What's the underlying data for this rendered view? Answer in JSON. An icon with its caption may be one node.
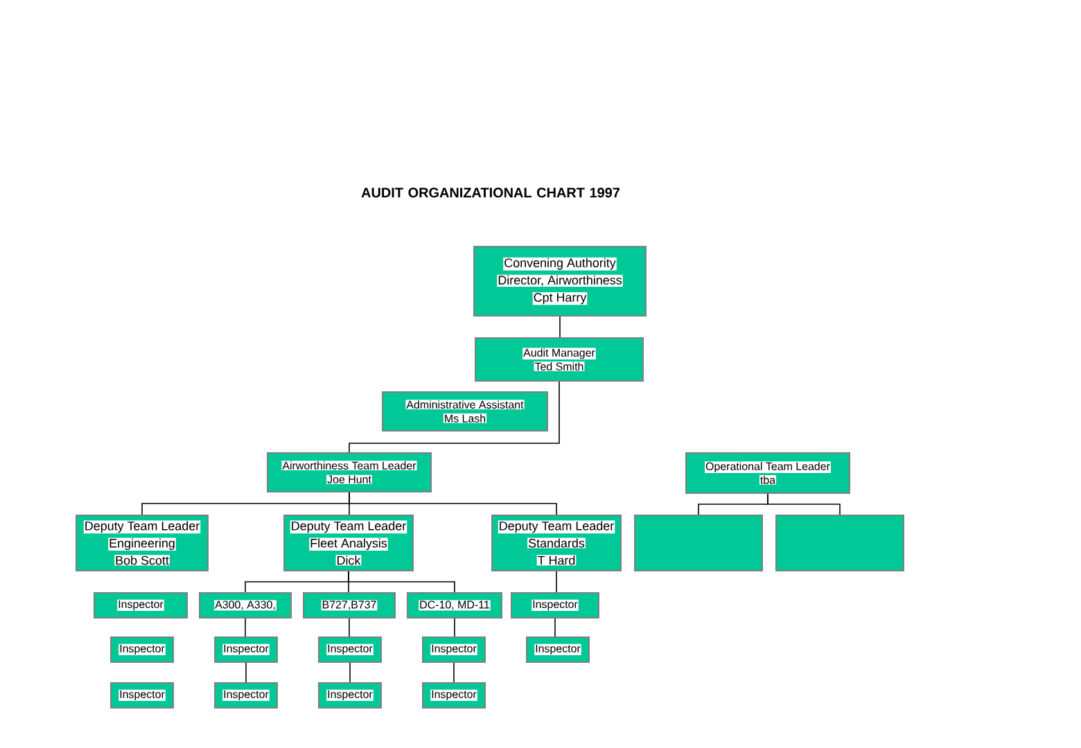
{
  "diagram": {
    "title": "AUDIT ORGANIZATIONAL CHART 1997",
    "nodes": [
      {
        "text": [
          "Convening Authority",
          "Director, Airworthiness",
          "Cpt Harry"
        ]
      },
      {
        "text": [
          "Audit Manager",
          "Ted Smith"
        ]
      },
      {
        "text": [
          "Administrative Assistant",
          "Ms Lash"
        ]
      },
      {
        "text": [
          "Airworthiness Team Leader",
          "Joe Hunt"
        ]
      },
      {
        "text": [
          "Operational Team Leader",
          "tba"
        ]
      },
      {
        "text": [
          "Deputy Team Leader",
          "Engineering",
          "Bob Scott"
        ]
      },
      {
        "text": [
          "Deputy Team Leader",
          "Fleet Analysis",
          "Dick"
        ]
      },
      {
        "text": [
          "Deputy Team Leader",
          "Standards",
          "T Hard"
        ]
      },
      {
        "text": [],
        "shape": "box"
      },
      {
        "text": [],
        "shape": "box"
      },
      {
        "text": [
          "Inspector"
        ]
      },
      {
        "text": [
          "A300, A330,"
        ]
      },
      {
        "text": [
          "B727,B737"
        ]
      },
      {
        "text": [
          "DC-10, MD-11"
        ]
      },
      {
        "text": [
          "Inspector"
        ]
      },
      {
        "text": [
          "Inspector"
        ]
      },
      {
        "text": [
          "Inspector"
        ]
      },
      {
        "text": [
          "Inspector"
        ]
      },
      {
        "text": [
          "Inspector"
        ]
      },
      {
        "text": [
          "Inspector"
        ]
      },
      {
        "text": [
          "Inspector"
        ]
      },
      {
        "text": [
          "Inspector"
        ]
      },
      {
        "text": [
          "Inspector"
        ]
      },
      {
        "text": [
          "Inspector"
        ]
      }
    ],
    "edges": [
      {
        "from": 0,
        "to": 1,
        "arrow": "none"
      },
      {
        "from": 1,
        "to": 3,
        "arrow": "none"
      },
      {
        "from": 3,
        "to": 5,
        "arrow": "none"
      },
      {
        "from": 3,
        "to": 6,
        "arrow": "none"
      },
      {
        "from": 3,
        "to": 7,
        "arrow": "none"
      },
      {
        "from": 4,
        "to": 8,
        "arrow": "none"
      },
      {
        "from": 4,
        "to": 9,
        "arrow": "none"
      },
      {
        "from": 6,
        "to": 11,
        "arrow": "none"
      },
      {
        "from": 6,
        "to": 12,
        "arrow": "none"
      },
      {
        "from": 6,
        "to": 13,
        "arrow": "none"
      },
      {
        "from": 7,
        "to": 14,
        "arrow": "none"
      },
      {
        "from": 11,
        "to": 16,
        "arrow": "none"
      },
      {
        "from": 16,
        "to": 21,
        "arrow": "none"
      },
      {
        "from": 12,
        "to": 17,
        "arrow": "none"
      },
      {
        "from": 17,
        "to": 22,
        "arrow": "none"
      },
      {
        "from": 13,
        "to": 18,
        "arrow": "none"
      },
      {
        "from": 18,
        "to": 23,
        "arrow": "none"
      },
      {
        "from": 14,
        "to": 19,
        "arrow": "none"
      }
    ]
  }
}
